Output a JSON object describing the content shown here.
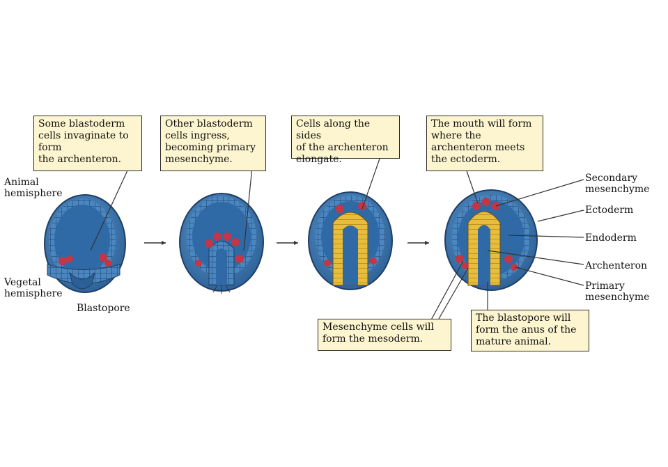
{
  "callouts": {
    "c1": "Some blastoderm\ncells invaginate to\nform\nthe archenteron.",
    "c2": "Other blastoderm\ncells ingress,\nbecoming primary\nmesenchyme.",
    "c3": "Cells along the sides\nof the archenteron\nelongate.",
    "c4": "The mouth will form\nwhere the\narchenteron meets\nthe ectoderm.",
    "c5": "Mesenchyme cells will\nform the mesoderm.",
    "c6": "The blastopore will\nform the anus of the\nmature animal."
  },
  "labels": {
    "animal": "Animal\nhemisphere",
    "vegetal": "Vegetal\nhemisphere",
    "blastopore": "Blastopore",
    "secondary": "Secondary\nmesenchyme",
    "ectoderm": "Ectoderm",
    "endoderm": "Endoderm",
    "archenteron": "Archenteron",
    "primary": "Primary\nmesenchyme"
  },
  "colors": {
    "blue": "#3d7ab8",
    "blue_dark": "#1f3f66",
    "cavity": "#2f6aa6",
    "red": "#c23645",
    "yellow": "#e8bd3c",
    "callout_bg": "#fdf5cf"
  }
}
